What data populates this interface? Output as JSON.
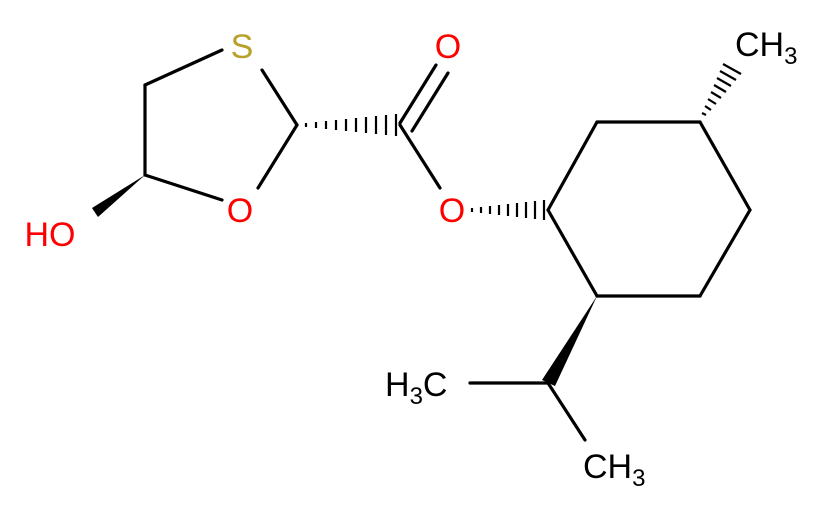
{
  "molecule": {
    "atoms": {
      "S": {
        "text": "S",
        "color": "#b8a02a"
      },
      "O_carbonyl": {
        "text": "O",
        "color": "#ff0000"
      },
      "O_ring": {
        "text": "O",
        "color": "#ff0000"
      },
      "O_ester": {
        "text": "O",
        "color": "#ff0000"
      },
      "HO": {
        "text": "HO",
        "color": "#ff0000"
      },
      "CH3_top": {
        "main": "CH",
        "sub": "3",
        "color": "#000000"
      },
      "H3C_left": {
        "main": "H",
        "sub": "3",
        "tail": "C",
        "color": "#000000"
      },
      "CH3_bottom": {
        "main": "CH",
        "sub": "3",
        "color": "#000000"
      }
    },
    "bond_color": "#000000"
  }
}
